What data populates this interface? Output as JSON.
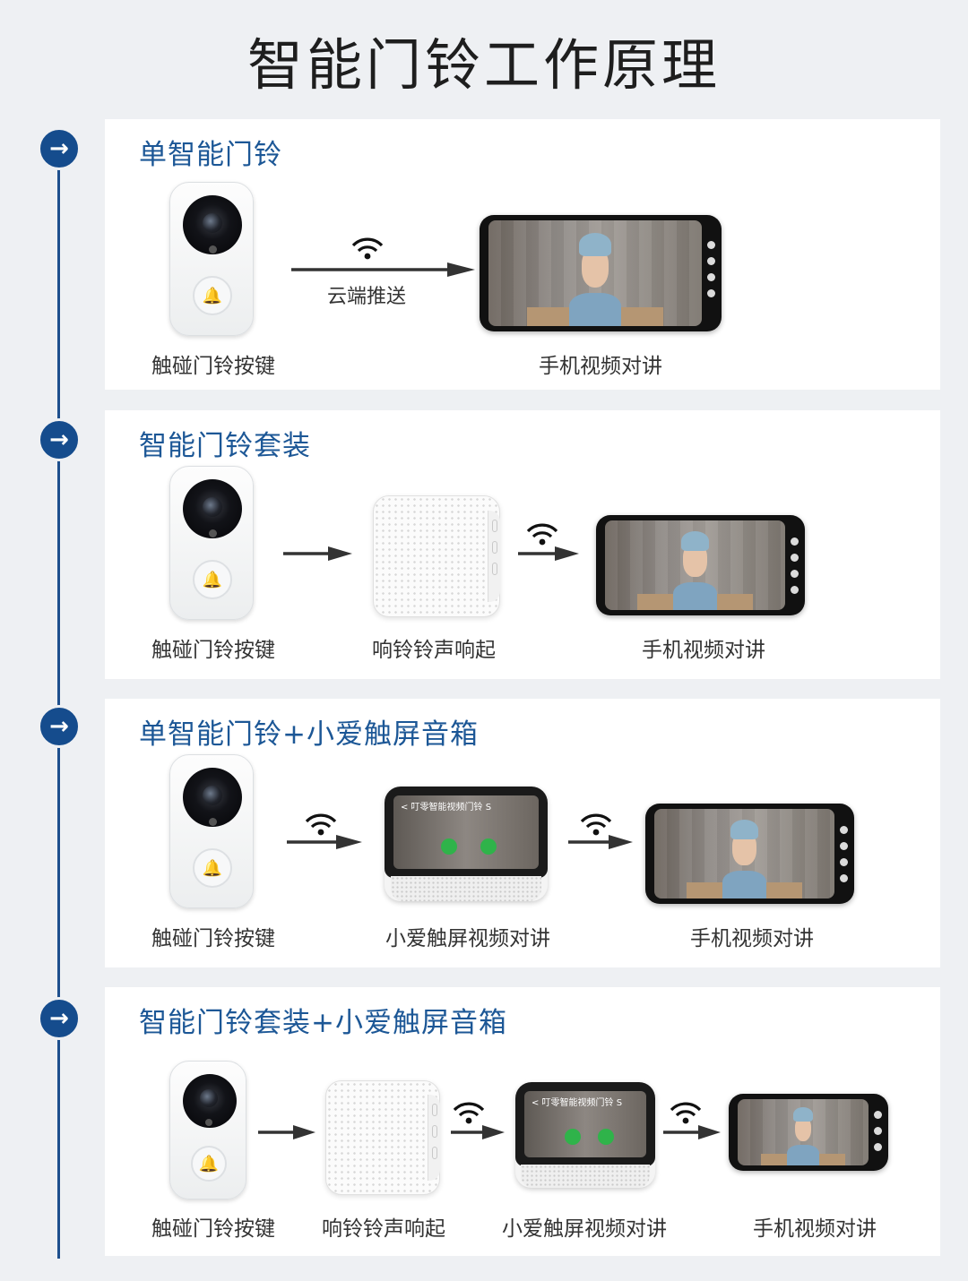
{
  "page_title": "智能门铃工作原理",
  "colors": {
    "accent": "#154c8d",
    "title_blue": "#1c5796",
    "arrow": "#333333"
  },
  "icons": [
    "arrow-right-icon",
    "wifi-icon",
    "bell-icon"
  ],
  "sections": [
    {
      "title": "单智能门铃",
      "captions": [
        "触碰门铃按键",
        "手机视频对讲"
      ],
      "arrow_label": "云端推送"
    },
    {
      "title": "智能门铃套装",
      "captions": [
        "触碰门铃按键",
        "响铃铃声响起",
        "手机视频对讲"
      ]
    },
    {
      "title": "单智能门铃+小爱触屏音箱",
      "captions": [
        "触碰门铃按键",
        "小爱触屏视频对讲",
        "手机视频对讲"
      ]
    },
    {
      "title": "智能门铃套装+小爱触屏音箱",
      "captions": [
        "触碰门铃按键",
        "响铃铃声响起",
        "小爱触屏视频对讲",
        "手机视频对讲"
      ]
    }
  ],
  "speaker_screen": {
    "header": "< 叮零智能视频门铃 S"
  }
}
